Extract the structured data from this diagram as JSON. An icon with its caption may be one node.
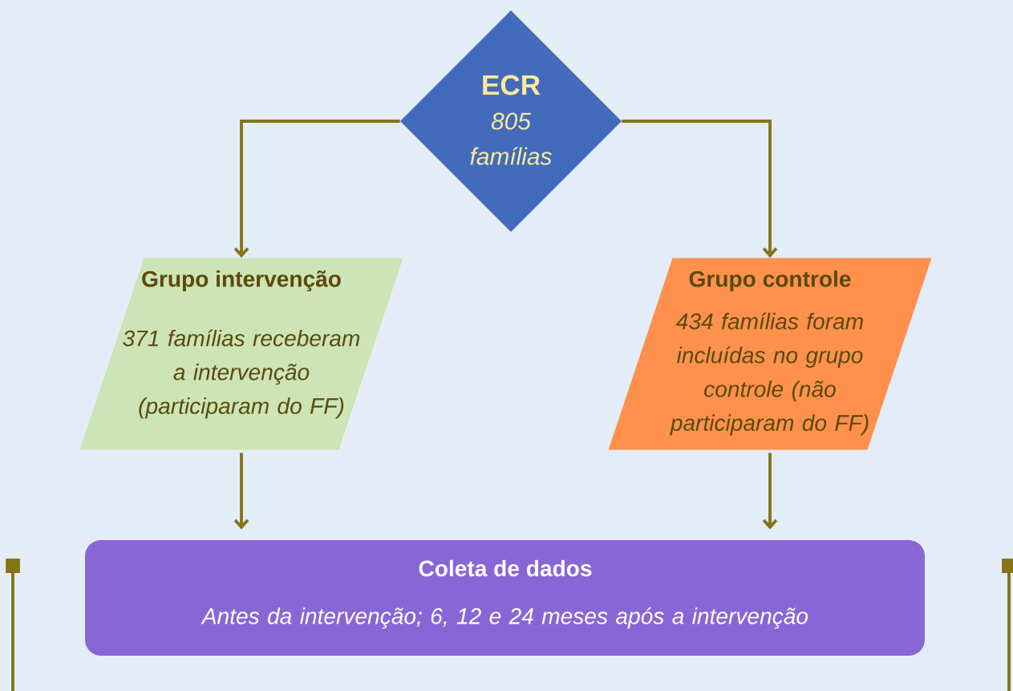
{
  "diagram": {
    "nodes": [
      {
        "text": [
          "ECR",
          "805 famílias"
        ]
      },
      {
        "text": [
          "Grupo intervenção",
          "371 famílias receberam a intervenção (participaram do FF)"
        ]
      },
      {
        "text": [
          "Grupo controle",
          "434 famílias foram incluídas no grupo controle (não participaram do FF)"
        ]
      },
      {
        "text": [
          "Coleta de dados",
          "Antes da intervenção; 6, 12 e 24 meses após a intervenção"
        ]
      }
    ],
    "edges": [
      {
        "from": 0,
        "to": 1,
        "arrow": "to"
      },
      {
        "from": 0,
        "to": 2,
        "arrow": "to"
      },
      {
        "from": 1,
        "to": 3,
        "arrow": "to"
      },
      {
        "from": 2,
        "to": 3,
        "arrow": "to"
      }
    ]
  }
}
